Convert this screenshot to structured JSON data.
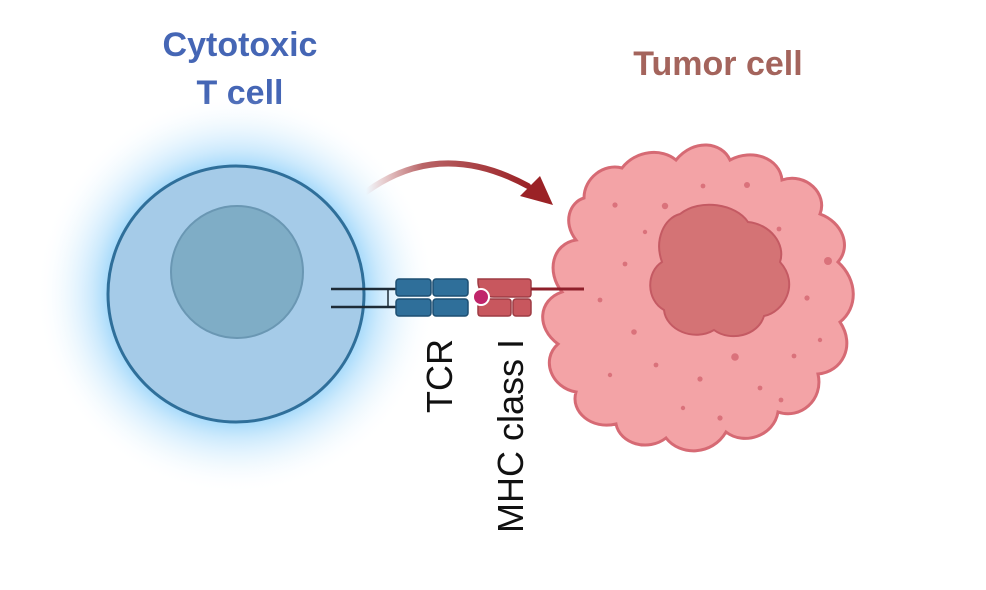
{
  "tcell": {
    "title_line1": "Cytotoxic",
    "title_line2": "T cell",
    "title_color": "#4566b5",
    "membrane_color": "#2f6f9a",
    "body_color": "#a5cbe8",
    "nucleus_color": "#7fadc6",
    "glow_color": "#56b8f5"
  },
  "tumor": {
    "title": "Tumor cell",
    "title_color": "#a4645c",
    "body_color": "#f3a3a6",
    "outline_color": "#d66a74",
    "nucleus_color": "#d47375"
  },
  "receptors": {
    "tcr_label": "TCR",
    "mhc_label": "MHC class I",
    "tcr_color": "#2f6f9a",
    "mhc_color": "#c8575e",
    "peptide_color": "#c0256a"
  },
  "arrow": {
    "color": "#9b2226"
  }
}
